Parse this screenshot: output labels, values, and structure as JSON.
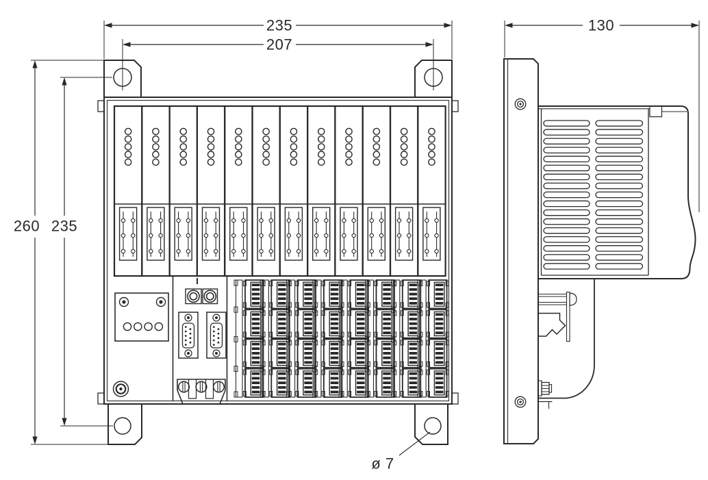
{
  "labels": {
    "front_width": "235",
    "front_mount_span": "207",
    "front_height": "260",
    "front_mount_height": "235",
    "side_depth": "130",
    "mount_hole_dia": "ø 7"
  },
  "front_view": {
    "module_count": 12,
    "leds_per_module": 5,
    "module_terminal_rows": 3,
    "terminal_columns": 8,
    "terminal_blocks_per_column": 4,
    "panel_led_count": 4,
    "dsub_count": 2,
    "dsub_pin_count": 9,
    "power_screw_count": 3
  },
  "side_view": {
    "vent_columns": 2,
    "vent_slots_per_column": 17
  },
  "colors": {
    "line": "#2b2829",
    "background": "#ffffff"
  }
}
